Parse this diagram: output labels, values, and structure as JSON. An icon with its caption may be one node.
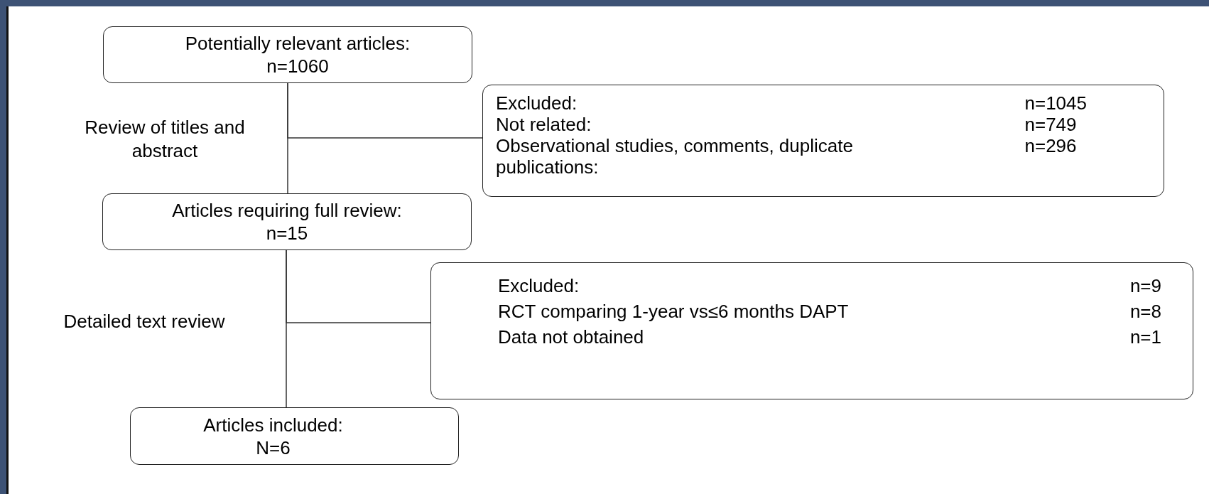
{
  "diagram": {
    "nodes": [
      {
        "text": [
          "Potentially relevant articles:",
          "n=1060"
        ]
      },
      {
        "text": [
          "Excluded:",
          "n=1045",
          "Not related:",
          "n=749",
          "Observational studies, comments, duplicate publications:",
          "n=296"
        ]
      },
      {
        "text": [
          "Articles requiring full review:",
          "n=15"
        ]
      },
      {
        "text": [
          "Excluded:",
          "n=9",
          "RCT comparing 1-year vs≤6 months DAPT",
          "n=8",
          "Data not obtained",
          "n=1"
        ]
      },
      {
        "text": [
          "Articles included:",
          "N=6"
        ]
      }
    ],
    "edges": [
      {
        "from": 0,
        "to": 2,
        "arrow": "none"
      },
      {
        "from": 0,
        "to": 1,
        "arrow": "none"
      },
      {
        "from": 2,
        "to": 4,
        "arrow": "none"
      },
      {
        "from": 2,
        "to": 3,
        "arrow": "none"
      }
    ],
    "labels": [
      "Review of titles and abstract",
      "Detailed text review"
    ]
  }
}
